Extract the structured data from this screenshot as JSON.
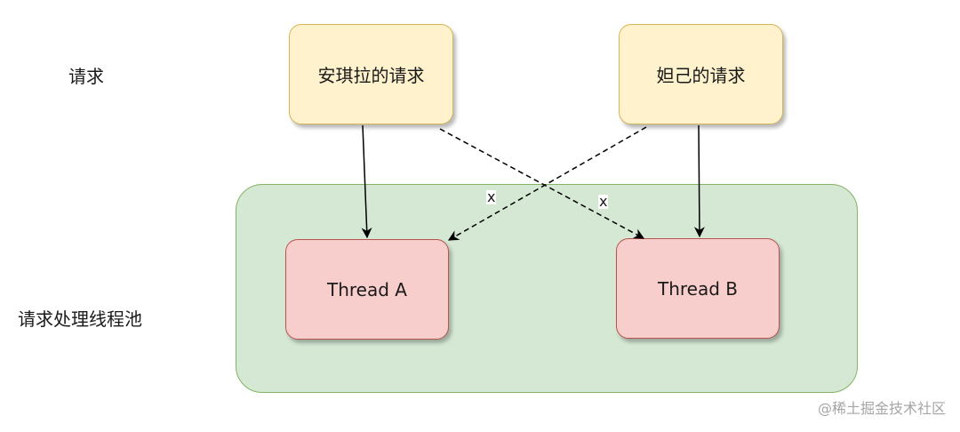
{
  "labels": {
    "request_row": "请求",
    "pool_row": "请求处理线程池"
  },
  "requests": [
    {
      "label": "安琪拉的请求"
    },
    {
      "label": "妲己的请求"
    }
  ],
  "threads": [
    {
      "label": "Thread A"
    },
    {
      "label": "Thread B"
    }
  ],
  "edge_marks": [
    "x",
    "x"
  ],
  "watermark": "@稀土掘金技术社区",
  "colors": {
    "request_fill": "#fff2cc",
    "request_stroke": "#d6b656",
    "thread_fill": "#f8cecc",
    "thread_stroke": "#b85450",
    "pool_fill": "#d5e8d4",
    "pool_stroke": "#82b366"
  }
}
